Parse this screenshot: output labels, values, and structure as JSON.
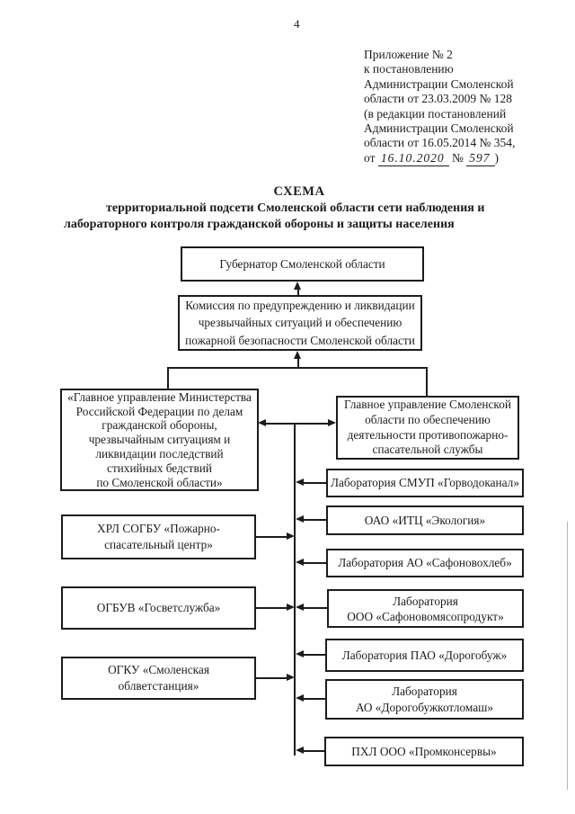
{
  "page": {
    "number": "4",
    "ink_color": "#1c1c1c",
    "paper_color": "#ffffff"
  },
  "header": {
    "appendix_lines": [
      "Приложение № 2",
      "к постановлению",
      "Администрации Смоленской",
      "области от 23.03.2009 № 128",
      "(в редакции постановлений",
      "Администрации Смоленской",
      "области от 16.05.2014 № 354,"
    ],
    "final_line": {
      "prefix": "от",
      "handwritten_date": "16.10.2020",
      "num_label": "№",
      "handwritten_number": "597",
      "suffix": ")"
    }
  },
  "title": {
    "line1": "СХЕМА",
    "line2": "территориальной подсети Смоленской области сети наблюдения и",
    "line3": "лабораторного контроля гражданской обороны и защиты населения"
  },
  "diagram": {
    "nodes": {
      "gubernator": {
        "lines": [
          "Губернатор Смоленской области"
        ]
      },
      "komissia": {
        "lines": [
          "Комиссия по предупреждению и ликвидации",
          "чрезвычайных ситуаций и обеспечению",
          "пожарной безопасности Смоленской области"
        ]
      },
      "gu_mchs": {
        "lines": [
          "«Главное управление Министерства",
          "Российской Федерации по делам",
          "гражданской обороны,",
          "чрезвычайным ситуациям и",
          "ликвидации последствий",
          "стихийных бедствий",
          "по Смоленской области»"
        ]
      },
      "gu_smol": {
        "lines": [
          "Главное управление Смоленской",
          "области по обеспечению",
          "деятельности противопожарно-",
          "спасательной службы"
        ]
      },
      "lab_smup": {
        "lines": [
          "Лаборатория СМУП «Горводоканал»"
        ]
      },
      "oao_itc": {
        "lines": [
          "ОАО «ИТЦ «Экология»"
        ]
      },
      "lab_safhleb": {
        "lines": [
          "Лаборатория АО «Сафоновохлеб»"
        ]
      },
      "lab_safmyaso": {
        "lines": [
          "Лаборатория",
          "ООО «Сафоновомясопродукт»"
        ]
      },
      "lab_dorogobuzh": {
        "lines": [
          "Лаборатория ПАО «Дорогобуж»"
        ]
      },
      "lab_kotlomash": {
        "lines": [
          "Лаборатория",
          "АО «Дорогобужкотломаш»"
        ]
      },
      "phl_promkonservy": {
        "lines": [
          "ПХЛ ООО «Промконсервы»"
        ]
      },
      "hrl_sogbu": {
        "lines": [
          "ХРЛ СОГБУ «Пожарно-",
          "спасательный центр»"
        ]
      },
      "ogbuv": {
        "lines": [
          "ОГБУВ «Госветслужба»"
        ]
      },
      "ogku": {
        "lines": [
          "ОГКУ «Смоленская",
          "облветстанция»"
        ]
      }
    }
  }
}
